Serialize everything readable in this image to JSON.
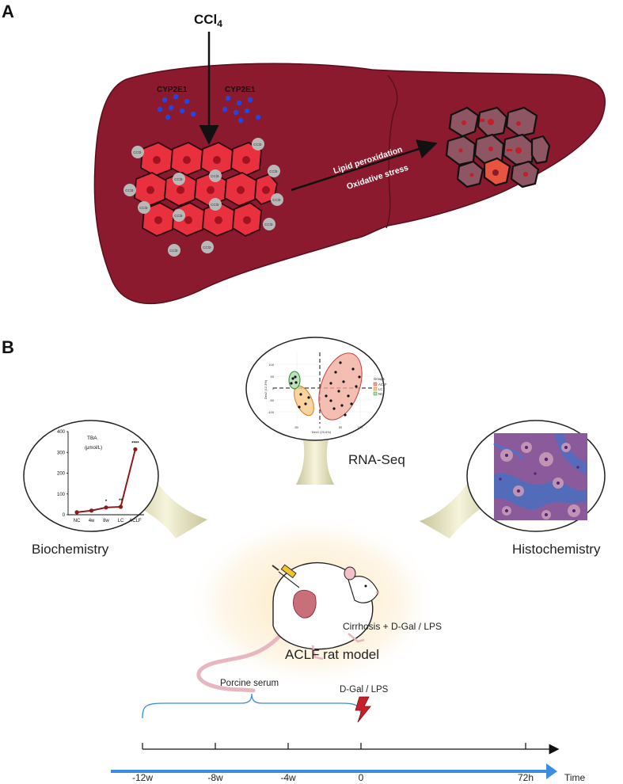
{
  "panel_a": {
    "label": "A",
    "ccl4": "CCl",
    "ccl4_sub": "4",
    "cyp_left": "CYP2E1",
    "cyp_right": "CYP2E1",
    "radical": "CCl3·",
    "arrow_text_1": "Lipid peroxidation",
    "arrow_text_2": "Oxidative stress",
    "colors": {
      "liver": "#8b1a2e",
      "hepatocyte": "#e8303e",
      "nucleus": "#a3121f",
      "enzyme": "#2346e0",
      "radical": "#b8b8b8"
    }
  },
  "panel_b": {
    "label": "B",
    "biochemistry": "Biochemistry",
    "rna_seq": "RNA-Seq",
    "histochemistry": "Histochemistry",
    "model_label": "ACLF rat model",
    "treatment": "Cirrhosis + D-Gal / LPS",
    "timeline": {
      "porcine_serum": "Porcine serum",
      "dgal_lps": "D-Gal / LPS",
      "ticks": [
        "-12w",
        "-8w",
        "-4w",
        "0",
        "72h"
      ],
      "axis_label": "Time"
    }
  },
  "tba_chart": {
    "title": "TBA",
    "unit": "(μmol/L)",
    "categories": [
      "NC",
      "4w",
      "8w",
      "LC",
      "ACLF"
    ],
    "values": [
      12,
      20,
      35,
      38,
      315
    ],
    "ylim": [
      0,
      400
    ],
    "yticks": [
      "0",
      "100",
      "200",
      "300",
      "400"
    ],
    "sig": [
      "",
      "",
      "*",
      "**",
      "****"
    ]
  },
  "pca_chart": {
    "xlabel": "Dim1 (20.6%)",
    "ylabel": "Dim2 (12.3%)",
    "yticks": [
      "100",
      "50",
      "0",
      "-50",
      "-100"
    ],
    "xticks": [
      "-50",
      "0",
      "50",
      "100"
    ],
    "legend_title": "Groups",
    "groups": [
      "ACLF",
      "LC",
      "NC"
    ]
  }
}
